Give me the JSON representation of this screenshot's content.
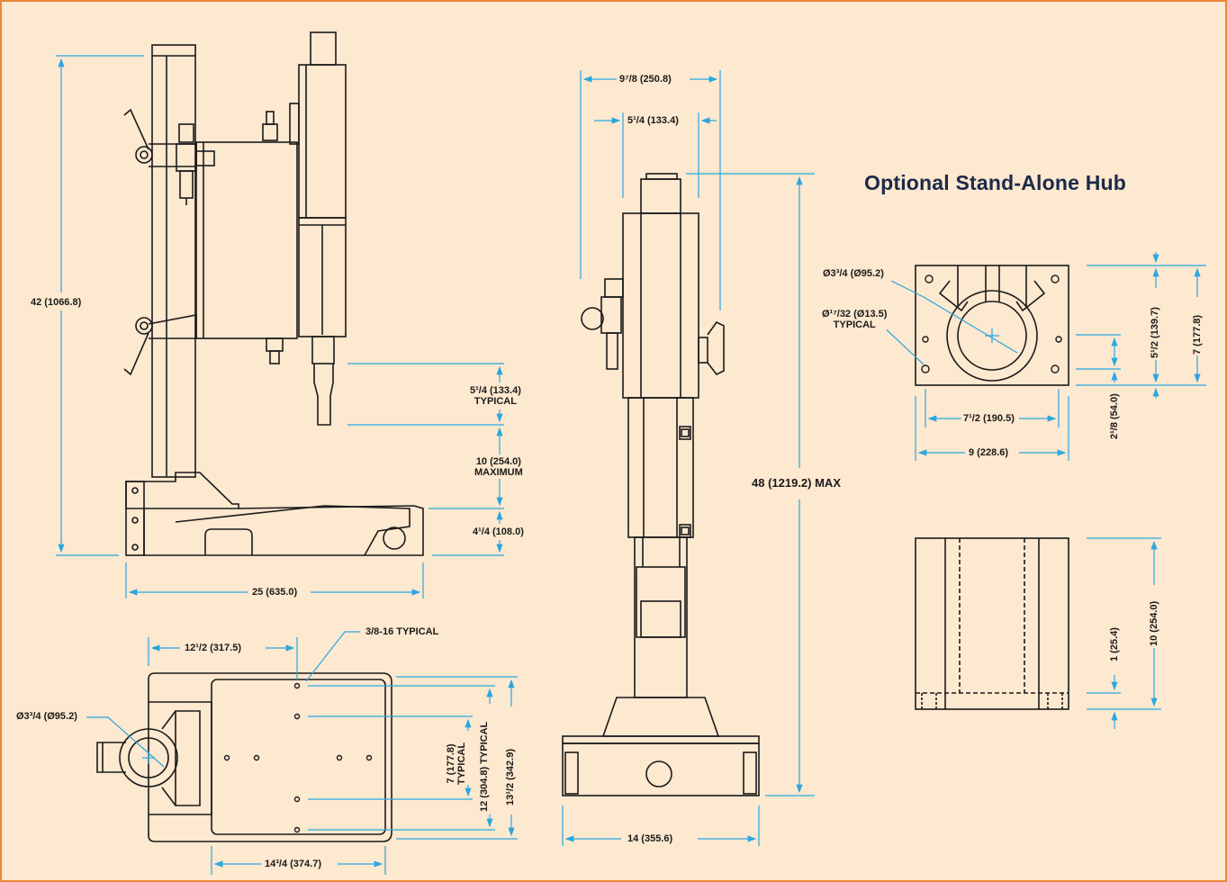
{
  "title": "Optional Stand-Alone Hub",
  "colors": {
    "border": "#e8873a",
    "background": "#fde8d0",
    "drawing": "#1a1a1a",
    "dimension_lines": "#2aa7e0",
    "title": "#1a2a4a"
  },
  "side_view": {
    "height": "42 (1066.8)",
    "horn_travel": "5¹/4 (133.4)",
    "horn_travel_note": "TYPICAL",
    "stroke": "10 (254.0)",
    "stroke_note": "MAXIMUM",
    "base_height": "4¹/4 (108.0)",
    "depth": "25 (635.0)"
  },
  "front_view": {
    "width_top": "9⁷/8 (250.8)",
    "width_inner": "5¹/4 (133.4)",
    "height_max": "48 (1219.2) MAX",
    "base_width": "14 (355.6)"
  },
  "base_plan": {
    "bolt_spacing": "12¹/2 (317.5)",
    "thread": "3/8-16 TYPICAL",
    "bore": "Ø3³/4 (Ø95.2)",
    "hole_spacing_a": "7 (177.8)",
    "hole_spacing_a_note": "TYPICAL",
    "hole_spacing_b": "12 (304.8) TYPICAL",
    "depth": "13¹/2 (342.9)",
    "width": "14³/4 (374.7)"
  },
  "hub_top": {
    "bore": "Ø3³/4 (Ø95.2)",
    "holes": "Ø¹⁷/32 (Ø13.5)",
    "holes_note": "TYPICAL",
    "inner_width": "7¹/2 (190.5)",
    "outer_width": "9 (228.6)",
    "inner_depth": "5¹/2 (139.7)",
    "outer_depth": "7 (177.8)",
    "offset": "2¹/8 (54.0)"
  },
  "hub_side": {
    "height": "10 (254.0)",
    "foot": "1 (25.4)"
  }
}
